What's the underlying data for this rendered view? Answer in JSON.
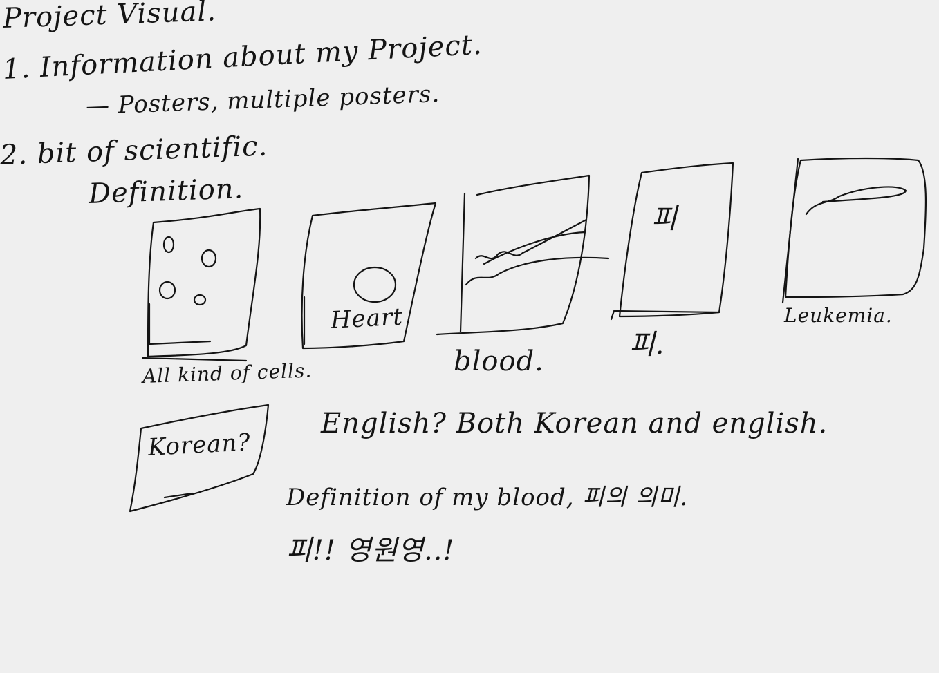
{
  "notes": {
    "title": "Project Visual.",
    "item1": "1. Information about my Project.",
    "item1_sub": "— Posters, multiple posters.",
    "item2": "2. bit of scientific.",
    "item2_sub": "Definition.",
    "poster_captions": {
      "cells": "All kind of cells.",
      "heart": "Heart",
      "blood": "blood.",
      "pi_top": "피",
      "pi_bottom": "피.",
      "leukemia": "Leukemia."
    },
    "korean_box": "Korean?",
    "language_line": "English? Both Korean and english.",
    "definition_line": "Definition of my blood, 피의 의미.",
    "exclaim_line": "피!! 영원영..!"
  }
}
